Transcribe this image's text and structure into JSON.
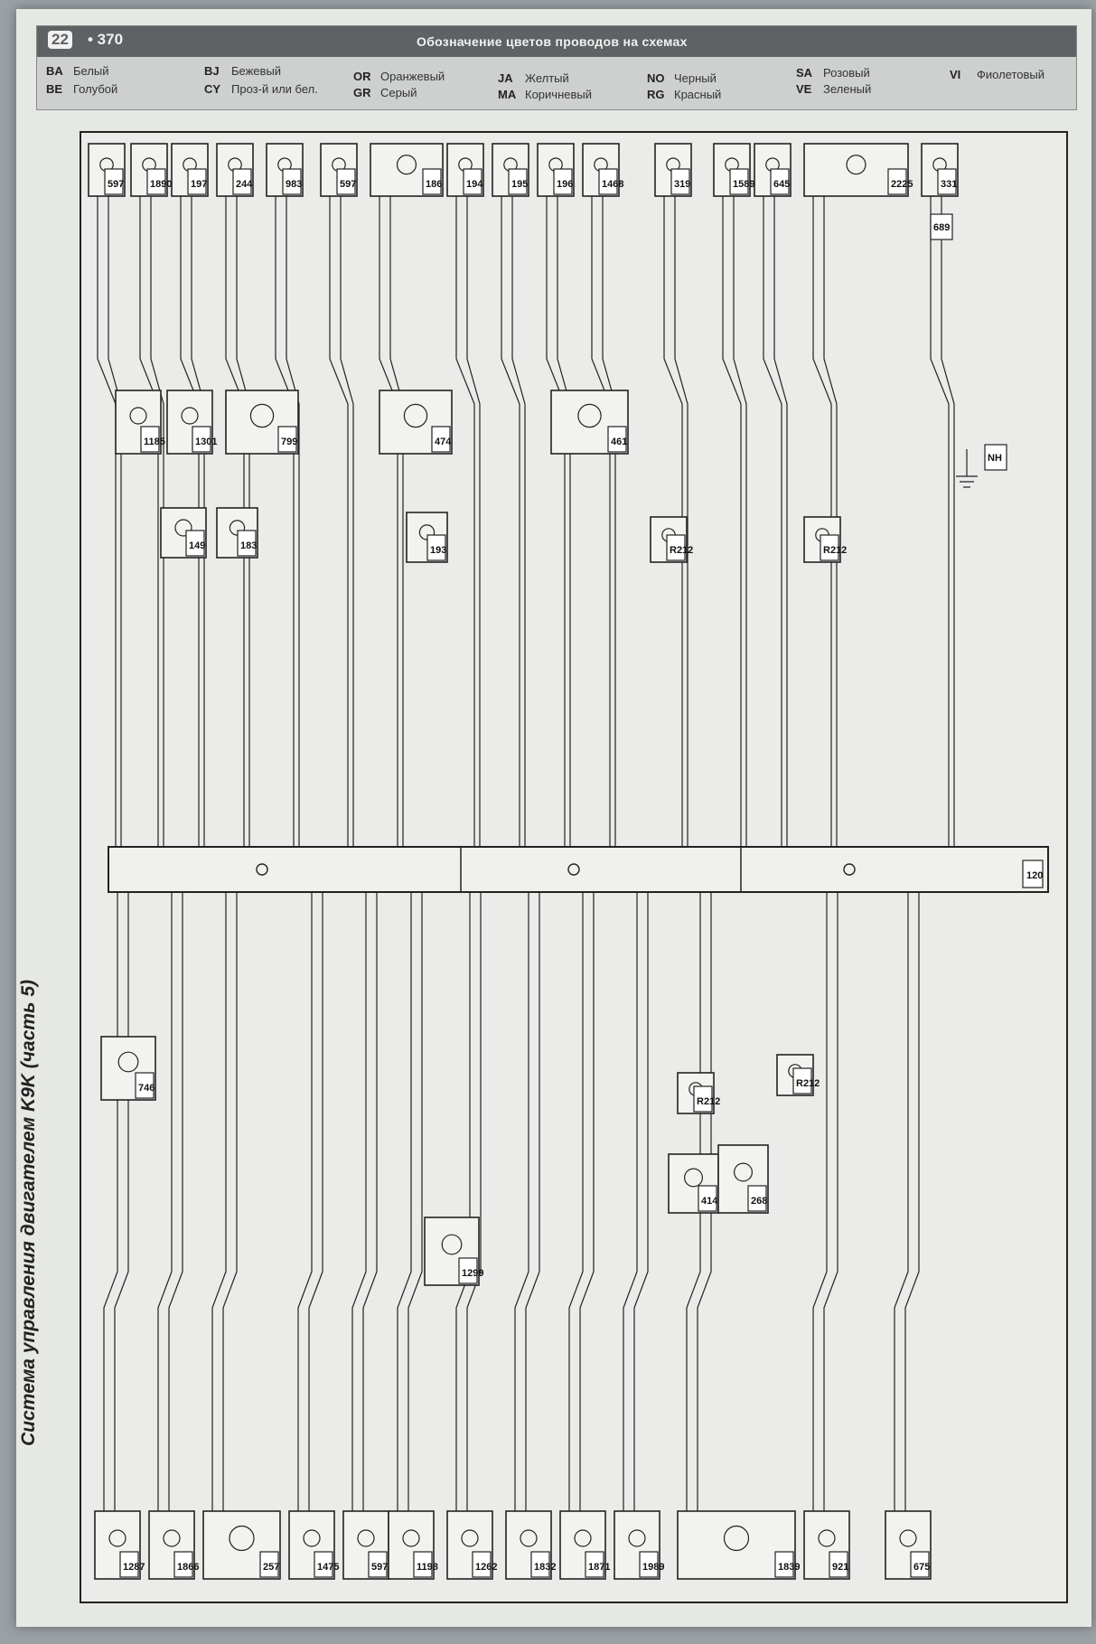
{
  "page": {
    "badge": "22",
    "number": "• 370",
    "side_title": "Система управления двигателем K9K (часть 5)"
  },
  "legend": {
    "title": "Обозначение цветов проводов на схемах",
    "items": [
      {
        "code": "BA",
        "name": "Белый"
      },
      {
        "code": "BE",
        "name": "Голубой"
      },
      {
        "code": "BJ",
        "name": "Бежевый"
      },
      {
        "code": "CY",
        "name": "Проз-й или бел."
      },
      {
        "code": "OR",
        "name": "Оранжевый"
      },
      {
        "code": "GR",
        "name": "Серый"
      },
      {
        "code": "JA",
        "name": "Желтый"
      },
      {
        "code": "MA",
        "name": "Коричневый"
      },
      {
        "code": "NO",
        "name": "Черный"
      },
      {
        "code": "RG",
        "name": "Красный"
      },
      {
        "code": "SA",
        "name": "Розовый"
      },
      {
        "code": "VE",
        "name": "Зеленый"
      },
      {
        "code": "VI",
        "name": "Фиолетовый"
      }
    ]
  },
  "top_components": [
    "597",
    "1890",
    "197",
    "244",
    "983",
    "597",
    "186",
    "194",
    "195",
    "196",
    "1468",
    "319",
    "1589",
    "645",
    "2225",
    "331"
  ],
  "upper_mid_components": [
    "1185",
    "1301",
    "799",
    "474"
  ],
  "mid_components": [
    "149",
    "183",
    "193",
    "461",
    "R212",
    "R212"
  ],
  "left_components": [
    "746",
    "1299",
    "414",
    "268",
    "R212",
    "R212"
  ],
  "bottom_components": [
    "1287",
    "1866",
    "257",
    "1475",
    "597",
    "1198",
    "1262",
    "1832",
    "1871",
    "1989",
    "1839",
    "921",
    "675"
  ],
  "ecu": {
    "label": "120"
  },
  "misc_labels": [
    "689",
    "NH"
  ]
}
